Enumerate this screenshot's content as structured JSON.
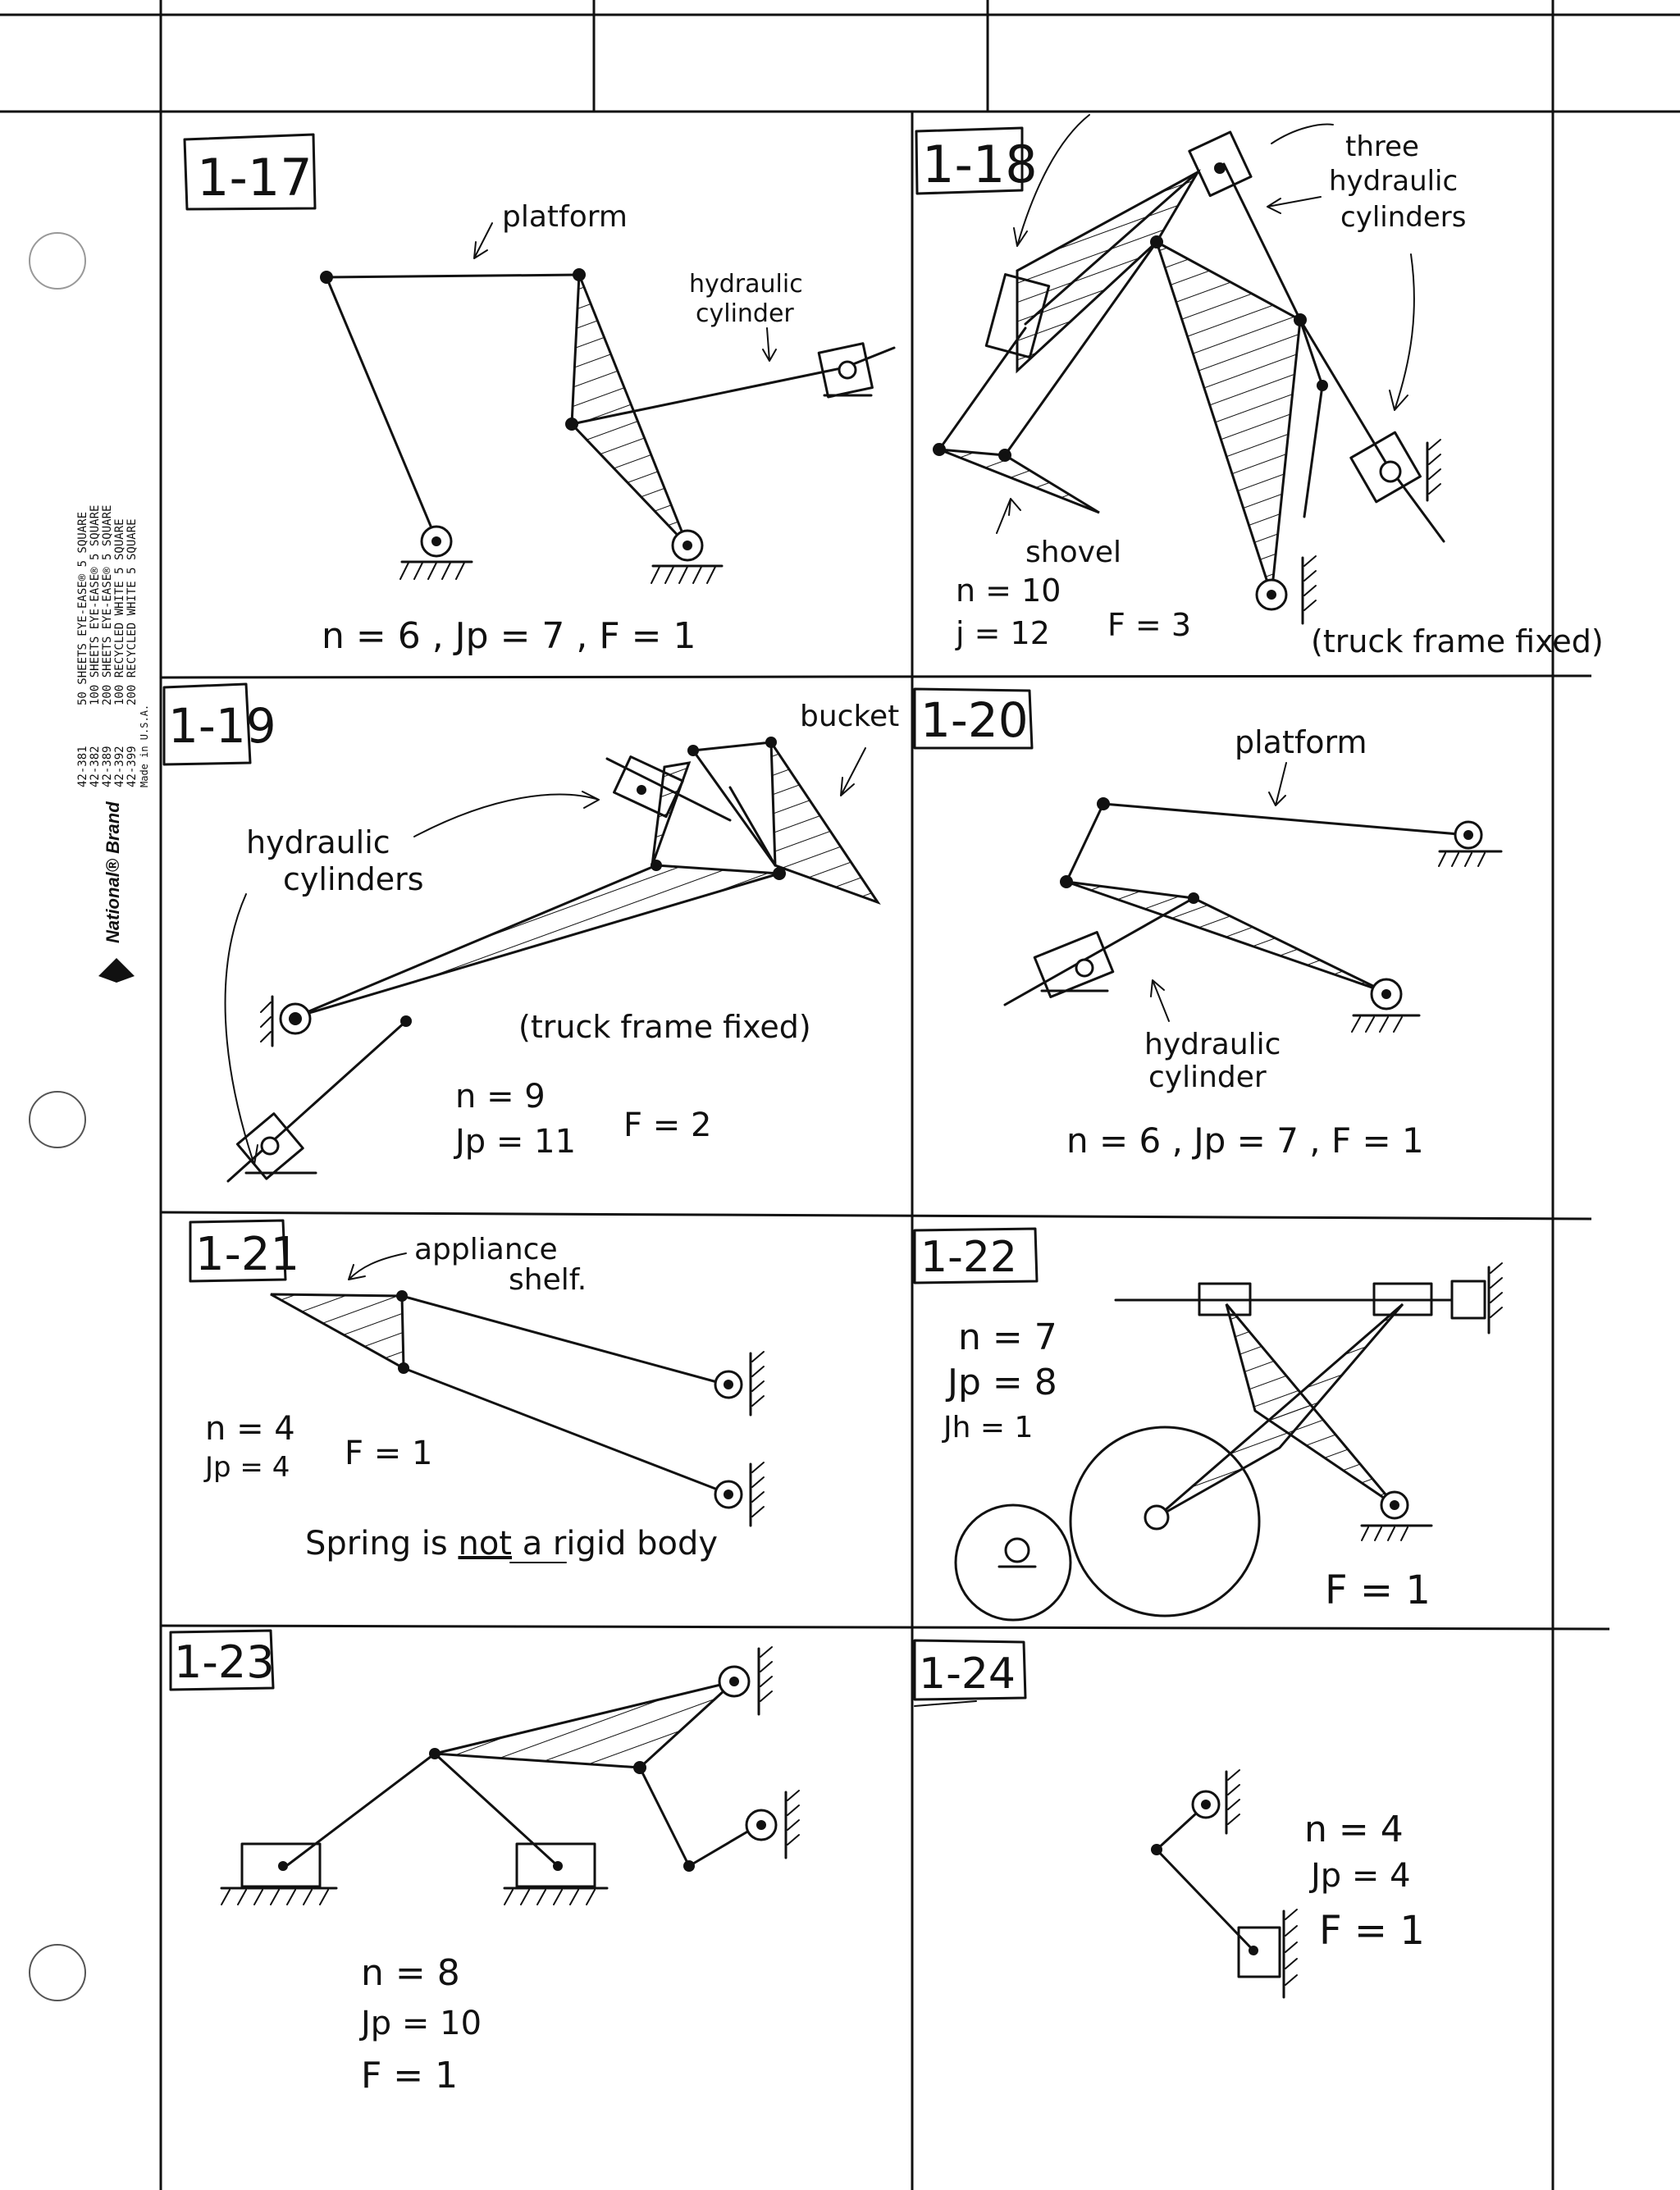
{
  "sidebar": {
    "product_lines": [
      "50 SHEETS EYE-EASE® 5 SQUARE",
      "100 SHEETS EYE-EASE® 5 SQUARE",
      "200 SHEETS EYE-EASE® 5 SQUARE",
      "100 RECYCLED WHITE 5 SQUARE",
      "200 RECYCLED WHITE 5 SQUARE"
    ],
    "codes": [
      "42-381",
      "42-382",
      "42-389",
      "42-392",
      "42-399"
    ],
    "made_in": "Made in U.S.A.",
    "brand": "National® Brand"
  },
  "problems": [
    {
      "id": "1-17",
      "labels": [
        "platform",
        "hydraulic",
        "cylinder"
      ],
      "answer": [
        "n = 6 ,  Jp = 7 ,  F = 1"
      ]
    },
    {
      "id": "1-18",
      "labels": [
        "three",
        "hydraulic",
        "cylinders",
        "shovel",
        "(truck frame fixed)"
      ],
      "answer": [
        "n = 10",
        "j = 12",
        "F = 3"
      ]
    },
    {
      "id": "1-19",
      "labels": [
        "bucket",
        "hydraulic",
        "cylinders",
        "(truck frame fixed)"
      ],
      "answer": [
        "n = 9",
        "Jp = 11",
        "F = 2"
      ]
    },
    {
      "id": "1-20",
      "labels": [
        "platform",
        "hydraulic",
        "cylinder"
      ],
      "answer": [
        "n = 6 ,  Jp = 7 ,  F = 1"
      ]
    },
    {
      "id": "1-21",
      "labels": [
        "appliance",
        "shelf."
      ],
      "answer": [
        "n = 4",
        "Jp = 4",
        "F = 1"
      ],
      "note_parts": [
        "Spring  is ",
        "not",
        " a  rigid  body"
      ]
    },
    {
      "id": "1-22",
      "labels": [],
      "answer": [
        "n = 7",
        "Jp = 8",
        "Jh = 1",
        "F = 1"
      ]
    },
    {
      "id": "1-23",
      "labels": [],
      "answer": [
        "n = 8",
        "Jp = 10",
        "F = 1"
      ]
    },
    {
      "id": "1-24",
      "labels": [],
      "answer": [
        "n = 4",
        "Jp = 4",
        "F = 1"
      ]
    }
  ]
}
